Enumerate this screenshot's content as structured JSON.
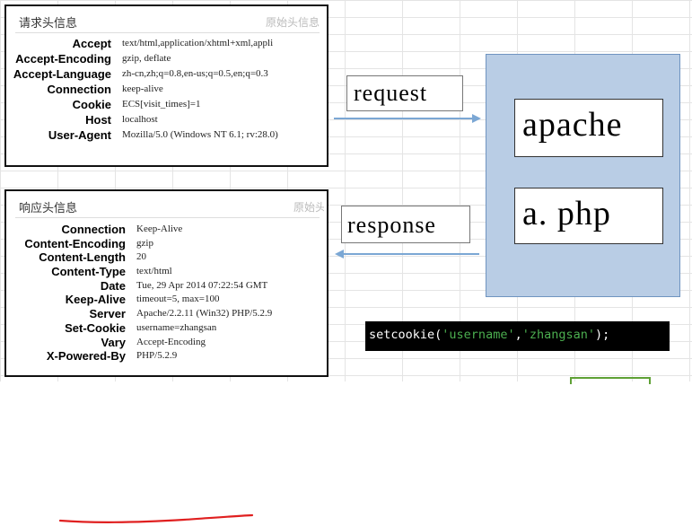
{
  "request_panel": {
    "title": "请求头信息",
    "raw_link": "原始头信息",
    "headers": [
      {
        "key": "Accept",
        "value": "text/html,application/xhtml+xml,appli"
      },
      {
        "key": "Accept-Encoding",
        "value": "gzip, deflate"
      },
      {
        "key": "Accept-Language",
        "value": "zh-cn,zh;q=0.8,en-us;q=0.5,en;q=0.3"
      },
      {
        "key": "Connection",
        "value": "keep-alive"
      },
      {
        "key": "Cookie",
        "value": "ECS[visit_times]=1"
      },
      {
        "key": "Host",
        "value": "localhost"
      },
      {
        "key": "User-Agent",
        "value": "Mozilla/5.0 (Windows NT 6.1; rv:28.0)"
      }
    ]
  },
  "response_panel": {
    "title": "响应头信息",
    "raw_link": "原始头",
    "headers": [
      {
        "key": "Connection",
        "value": "Keep-Alive"
      },
      {
        "key": "Content-Encoding",
        "value": "gzip"
      },
      {
        "key": "Content-Length",
        "value": "20"
      },
      {
        "key": "Content-Type",
        "value": "text/html"
      },
      {
        "key": "Date",
        "value": "Tue, 29 Apr 2014 07:22:54 GMT"
      },
      {
        "key": "Keep-Alive",
        "value": "timeout=5, max=100"
      },
      {
        "key": "Server",
        "value": "Apache/2.2.11 (Win32) PHP/5.2.9"
      },
      {
        "key": "Set-Cookie",
        "value": "username=zhangsan"
      },
      {
        "key": "Vary",
        "value": "Accept-Encoding"
      },
      {
        "key": "X-Powered-By",
        "value": "PHP/5.2.9"
      }
    ]
  },
  "flow": {
    "request_label": "request",
    "response_label": "response"
  },
  "server": {
    "apache_label": "apache",
    "php_label": "a. php"
  },
  "code": {
    "fn": "setcookie",
    "open": "(",
    "arg1": "'username'",
    "comma": ",",
    "arg2": "'zhangsan'",
    "close": ");"
  },
  "colors": {
    "server_box": "#b9cde5",
    "arrow": "#7ba7d4",
    "highlight_underline": "#e02020",
    "code_bg": "#000000",
    "code_string": "#4caf50"
  }
}
